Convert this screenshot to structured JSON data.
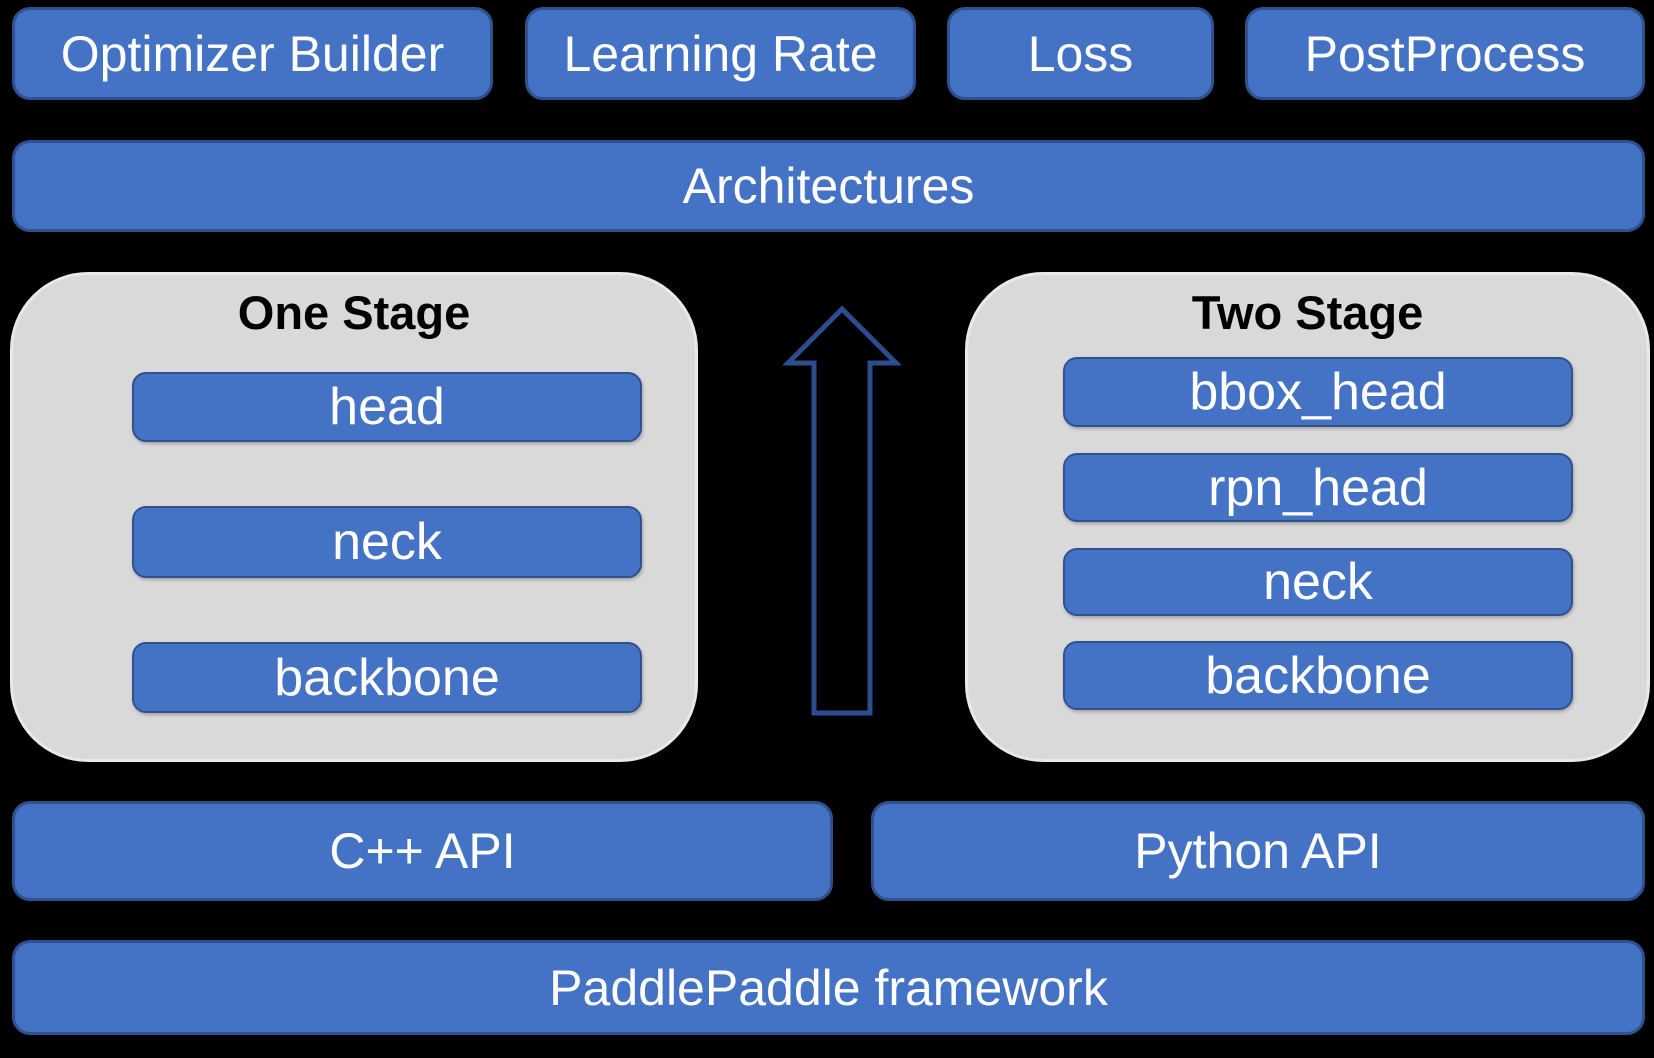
{
  "top_row": {
    "optimizer_builder": "Optimizer Builder",
    "learning_rate": "Learning Rate",
    "loss": "Loss",
    "postprocess": "PostProcess"
  },
  "architectures_label": "Architectures",
  "one_stage": {
    "title": "One Stage",
    "boxes": [
      "head",
      "neck",
      "backbone"
    ]
  },
  "two_stage": {
    "title": "Two Stage",
    "boxes": [
      "bbox_head",
      "rpn_head",
      "neck",
      "backbone"
    ]
  },
  "api_row": {
    "cpp": "C++ API",
    "python": "Python API"
  },
  "framework_label": "PaddlePaddle framework",
  "icons": {
    "arrow": "up-arrow"
  },
  "colors": {
    "box_blue": "#4472c4",
    "box_border": "#2f528f",
    "panel_gray": "#d9d9d9",
    "arrow_navy": "#2c4d8f",
    "background": "#000000",
    "text_light": "#ffffff",
    "text_dark": "#000000"
  }
}
